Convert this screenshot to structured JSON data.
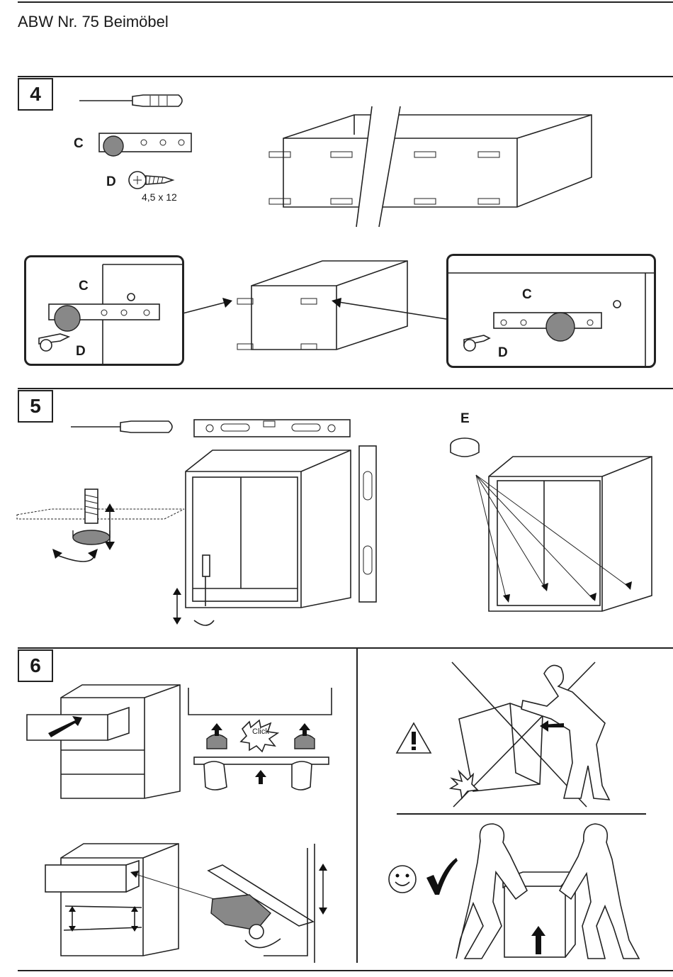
{
  "document": {
    "title": "ABW Nr. 75 Beimöbel"
  },
  "steps": [
    {
      "number": "4"
    },
    {
      "number": "5"
    },
    {
      "number": "6"
    }
  ],
  "step4": {
    "part_c_label": "C",
    "part_d_label": "D",
    "screw_size": "4,5 x 12",
    "inset_left_c": "C",
    "inset_left_d": "D",
    "inset_right_c": "C",
    "inset_right_d": "D"
  },
  "step5": {
    "part_e_label": "E"
  },
  "step6": {
    "click_label": "Click"
  },
  "icons": {
    "tool": "screwdriver-icon",
    "level": "spirit-level-icon",
    "warning": "warning-triangle-icon",
    "smiley": "smiley-icon",
    "check": "checkmark-icon"
  }
}
